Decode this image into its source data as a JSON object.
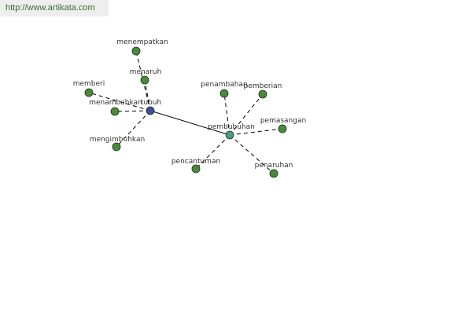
{
  "watermark": {
    "text": "http://www.artikata.com"
  },
  "colors": {
    "root": "#3d4f9a",
    "hub": "#4d9a8c",
    "leaf": "#4a8a3c",
    "stroke": "#1b2f14",
    "edge": "#000000",
    "watermark_text": "#3a6e2a"
  },
  "nodes": [
    {
      "id": "tubuh",
      "label": "tubuh",
      "kind": "root"
    },
    {
      "id": "pembubuhan",
      "label": "pembubuhan",
      "kind": "hub"
    },
    {
      "id": "menempatkan",
      "label": "menempatkan",
      "kind": "leaf"
    },
    {
      "id": "menaruh",
      "label": "menaruh",
      "kind": "leaf"
    },
    {
      "id": "memberi",
      "label": "memberi",
      "kind": "leaf"
    },
    {
      "id": "menambahkan",
      "label": "menambahkan",
      "kind": "leaf"
    },
    {
      "id": "mengimbuhkan",
      "label": "mengimbuhkan",
      "kind": "leaf"
    },
    {
      "id": "penambahan",
      "label": "penambahan",
      "kind": "leaf"
    },
    {
      "id": "pemberian",
      "label": "pemberian",
      "kind": "leaf"
    },
    {
      "id": "pemasangan",
      "label": "pemasangan",
      "kind": "leaf"
    },
    {
      "id": "pencantuman",
      "label": "pencantuman",
      "kind": "leaf"
    },
    {
      "id": "penaruhan",
      "label": "penaruhan",
      "kind": "leaf"
    }
  ],
  "edges": [
    {
      "from": "tubuh",
      "to": "pembubuhan",
      "style": "solid"
    },
    {
      "from": "tubuh",
      "to": "menempatkan",
      "style": "dashed"
    },
    {
      "from": "tubuh",
      "to": "menaruh",
      "style": "dashed"
    },
    {
      "from": "tubuh",
      "to": "memberi",
      "style": "dashed"
    },
    {
      "from": "tubuh",
      "to": "menambahkan",
      "style": "dashed"
    },
    {
      "from": "tubuh",
      "to": "mengimbuhkan",
      "style": "dashed"
    },
    {
      "from": "pembubuhan",
      "to": "penambahan",
      "style": "dashed"
    },
    {
      "from": "pembubuhan",
      "to": "pemberian",
      "style": "dashed"
    },
    {
      "from": "pembubuhan",
      "to": "pemasangan",
      "style": "dashed"
    },
    {
      "from": "pembubuhan",
      "to": "pencantuman",
      "style": "dashed"
    },
    {
      "from": "pembubuhan",
      "to": "penaruhan",
      "style": "dashed"
    }
  ]
}
